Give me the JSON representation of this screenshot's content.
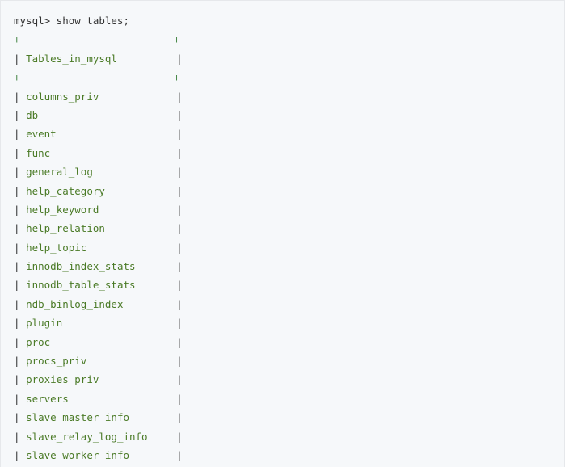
{
  "terminal": {
    "prompt": "mysql> show tables;",
    "border": "+--------------------------+",
    "header": "Tables_in_mysql",
    "rows": [
      "columns_priv",
      "db",
      "event",
      "func",
      "general_log",
      "help_category",
      "help_keyword",
      "help_relation",
      "help_topic",
      "innodb_index_stats",
      "innodb_table_stats",
      "ndb_binlog_index",
      "plugin",
      "proc",
      "procs_priv",
      "proxies_priv",
      "servers",
      "slave_master_info",
      "slave_relay_log_info",
      "slave_worker_info"
    ],
    "pipe": "|"
  },
  "colors": {
    "background": "#f6f8fa",
    "table_text": "#4a7a26",
    "prompt_text": "#333333"
  }
}
